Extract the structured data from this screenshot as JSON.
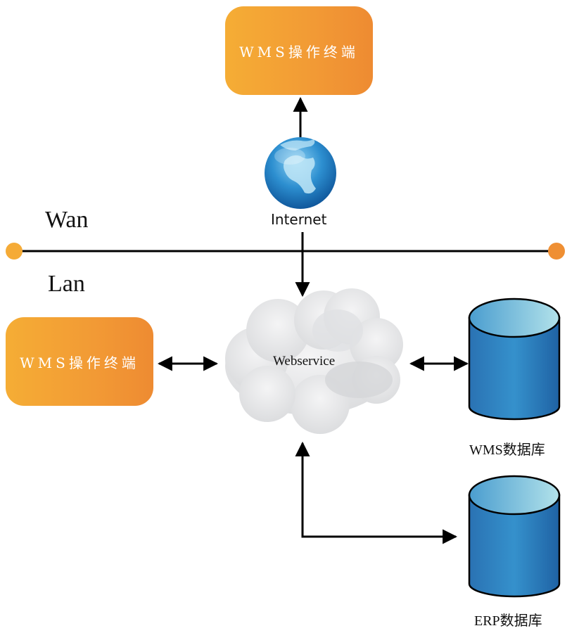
{
  "diagram": {
    "zones": {
      "wan_label": "Wan",
      "lan_label": "Lan"
    },
    "nodes": {
      "remote_terminal": {
        "label": "WMS操作终端",
        "icon": "terminal-box"
      },
      "internet": {
        "label": "Internet",
        "icon": "globe-icon"
      },
      "local_terminal": {
        "label": "WMS操作终端",
        "icon": "terminal-box"
      },
      "webservice": {
        "label": "Webservice",
        "icon": "cloud-icon"
      },
      "wms_db": {
        "label": "WMS数据库",
        "icon": "database-icon"
      },
      "erp_db": {
        "label": "ERP数据库",
        "icon": "database-icon"
      }
    },
    "edges": [
      {
        "from": "internet",
        "to": "remote_terminal",
        "direction": "one-way"
      },
      {
        "from": "internet",
        "to": "webservice",
        "direction": "one-way"
      },
      {
        "from": "local_terminal",
        "to": "webservice",
        "direction": "two-way"
      },
      {
        "from": "webservice",
        "to": "wms_db",
        "direction": "two-way"
      },
      {
        "from": "erp_db",
        "to": "webservice",
        "direction": "two-way",
        "note": "elbow connector with arrows at both ends"
      }
    ],
    "colors": {
      "terminal_gradient_start": "#f5ad35",
      "terminal_gradient_end": "#ee8b32",
      "wan_lan_line": "#000000",
      "endpoint_left": "#f5ab37",
      "endpoint_right": "#ef8f33",
      "database_body": "#2b7fbd",
      "database_top": "#a6dbe6",
      "cloud": "#e6e7e8"
    }
  }
}
